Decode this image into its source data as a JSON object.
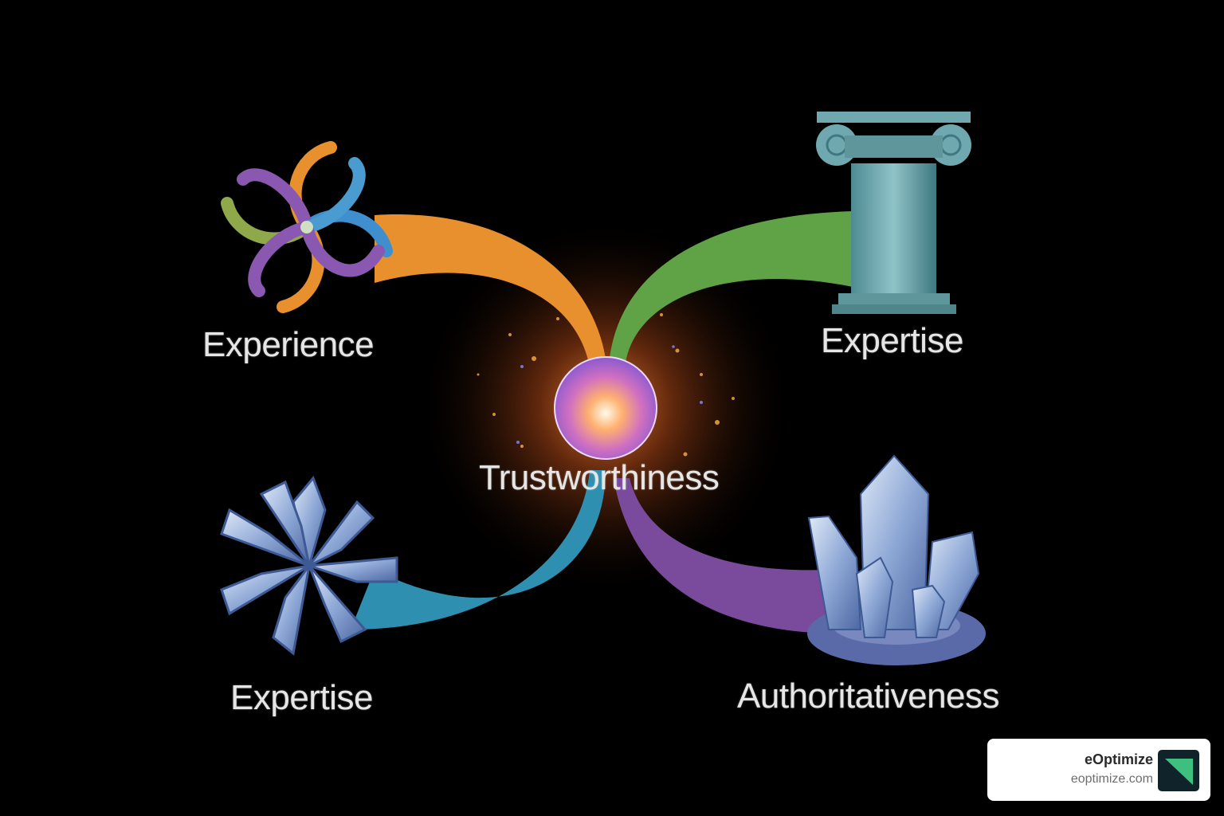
{
  "diagram": {
    "center": {
      "label": "Trustworthiness",
      "icon": "glowing-orb"
    },
    "nodes": [
      {
        "id": "top-left",
        "label": "Experience",
        "icon": "swirl",
        "ribbon_color": "#e8902e"
      },
      {
        "id": "top-right",
        "label": "Expertise",
        "icon": "ionic-column",
        "ribbon_color": "#5fa346"
      },
      {
        "id": "bottom-left",
        "label": "Expertise",
        "icon": "crystal-flower",
        "ribbon_color": "#2f8fb0"
      },
      {
        "id": "bottom-right",
        "label": "Authoritativeness",
        "icon": "crystal-cluster",
        "ribbon_color": "#7a4a9c"
      }
    ]
  },
  "brand": {
    "name": "eOptimize",
    "url": "eoptimize.com",
    "logo_bg": "#10232a",
    "logo_accent": "#3fbf7f"
  }
}
